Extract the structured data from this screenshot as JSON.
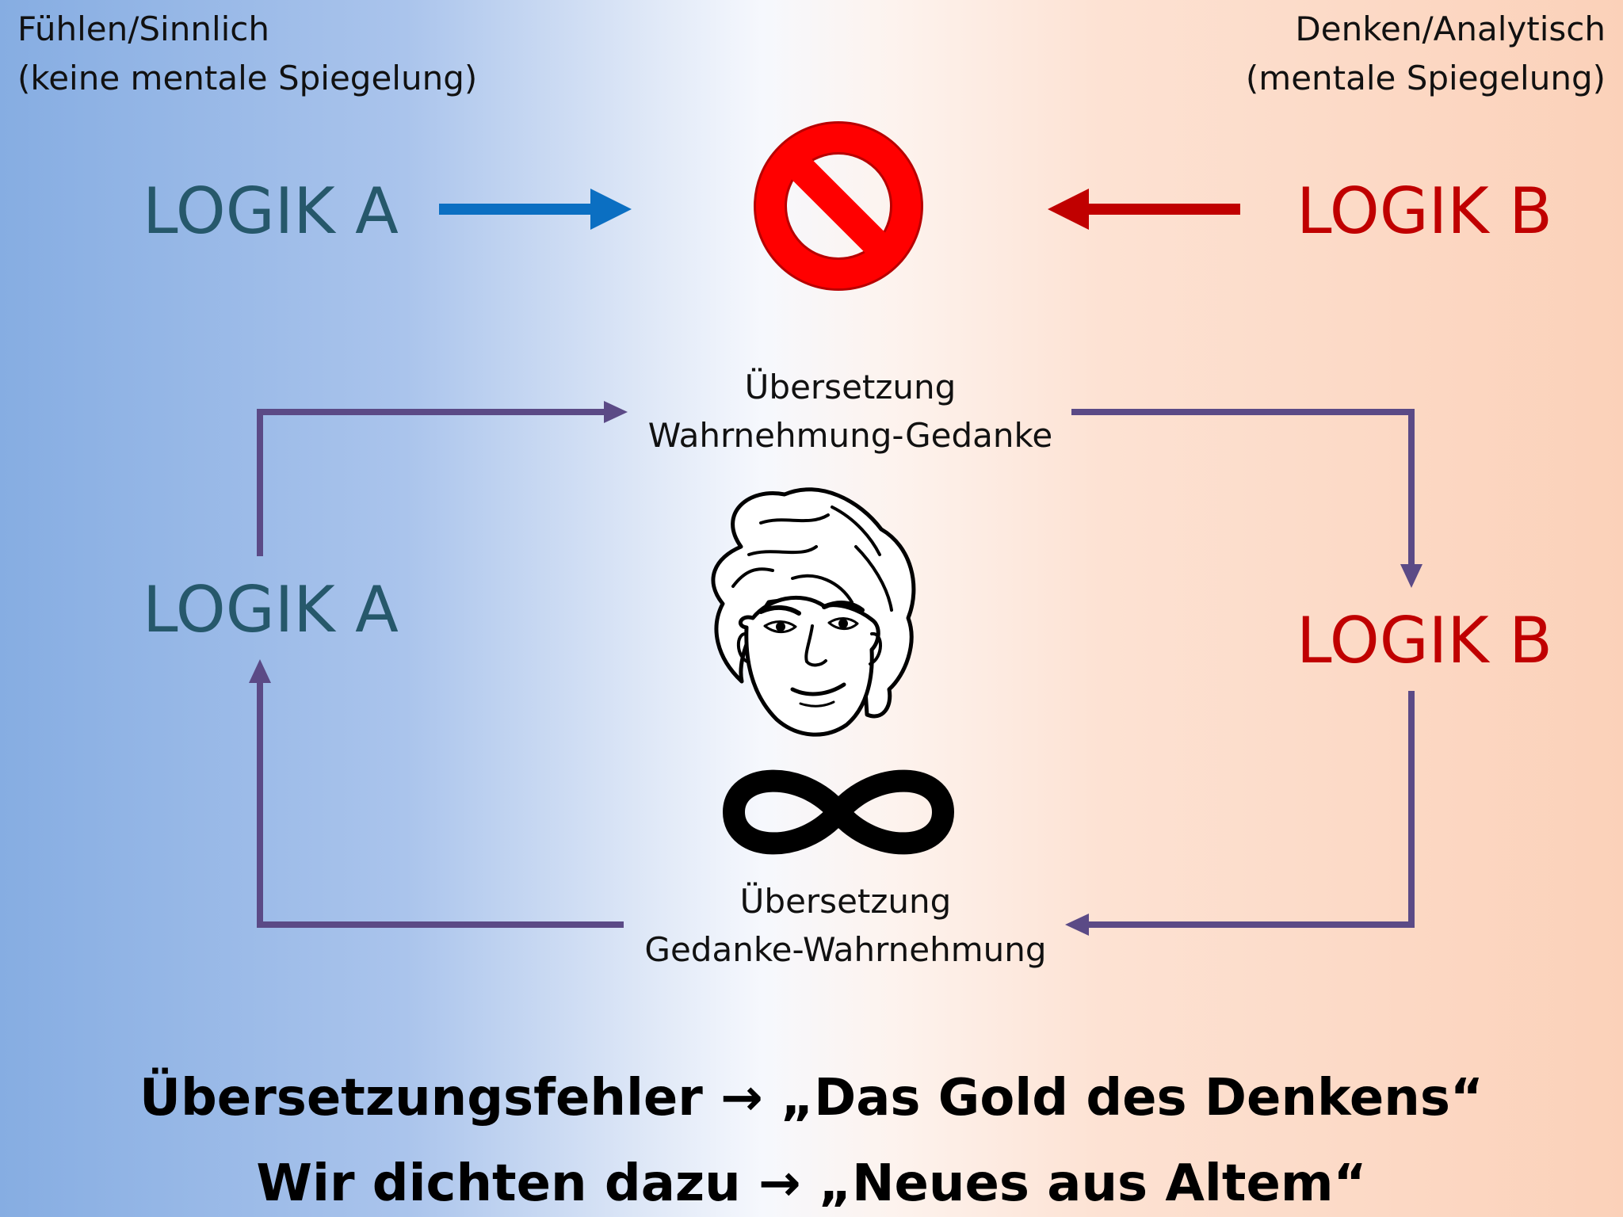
{
  "corners": {
    "left": {
      "line1": "Fühlen/Sinnlich",
      "line2": "(keine mentale Spiegelung)"
    },
    "right": {
      "line1": "Denken/Analytisch",
      "line2": "(mentale Spiegelung)"
    }
  },
  "top_row": {
    "left_label": "LOGIK A",
    "right_label": "LOGIK B",
    "center_icon": "prohibition-icon"
  },
  "loop": {
    "left_label": "LOGIK A",
    "right_label": "LOGIK B",
    "top_translation": {
      "line1": "Übersetzung",
      "line2": "Wahrnehmung-Gedanke"
    },
    "bottom_translation": {
      "line1": "Übersetzung",
      "line2": "Gedanke-Wahrnehmung"
    },
    "center_icons": [
      "face-icon",
      "infinity-icon"
    ]
  },
  "bottom_lines": {
    "line1": "Übersetzungsfehler → „Das Gold des Denkens“",
    "line2": "Wir dichten dazu → „Neues aus Altem“"
  },
  "colors": {
    "logik_a": "#26586b",
    "logik_b": "#c00000",
    "arrow_blue": "#0b6fc2",
    "arrow_red": "#c00000",
    "loop_purple": "#5b4a86"
  }
}
